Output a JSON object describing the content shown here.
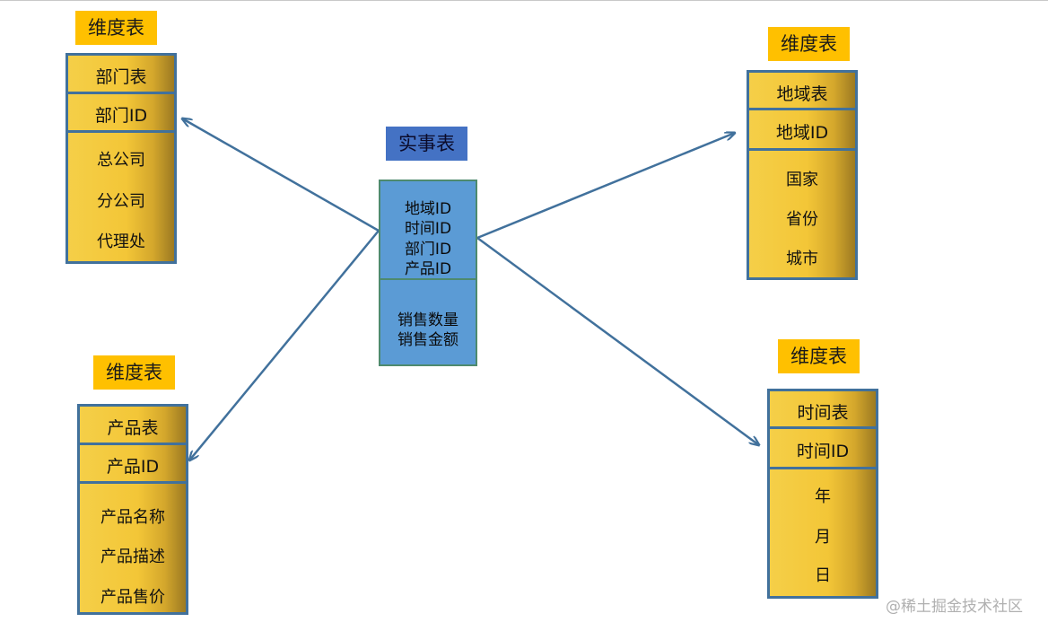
{
  "fact": {
    "title": "实事表",
    "keys": [
      "地域ID",
      "时间ID",
      "部门ID",
      "产品ID"
    ],
    "measures": [
      "销售数量",
      "销售金额"
    ]
  },
  "dimensions": {
    "dept": {
      "label": "维度表",
      "table": "部门表",
      "key": "部门ID",
      "attrs": [
        "总公司",
        "分公司",
        "代理处"
      ]
    },
    "product": {
      "label": "维度表",
      "table": "产品表",
      "key": "产品ID",
      "attrs": [
        "产品名称",
        "产品描述",
        "产品售价"
      ]
    },
    "region": {
      "label": "维度表",
      "table": "地域表",
      "key": "地域ID",
      "attrs": [
        "国家",
        "省份",
        "城市"
      ]
    },
    "time": {
      "label": "维度表",
      "table": "时间表",
      "key": "时间ID",
      "attrs": [
        "年",
        "月",
        "日"
      ]
    }
  },
  "watermark": "@稀土掘金技术社区",
  "colors": {
    "label_bg": "#ffc000",
    "fact_bg": "#5b9bd5",
    "fact_label_bg": "#4472c4",
    "border": "#41719c",
    "arrow": "#41719c"
  }
}
